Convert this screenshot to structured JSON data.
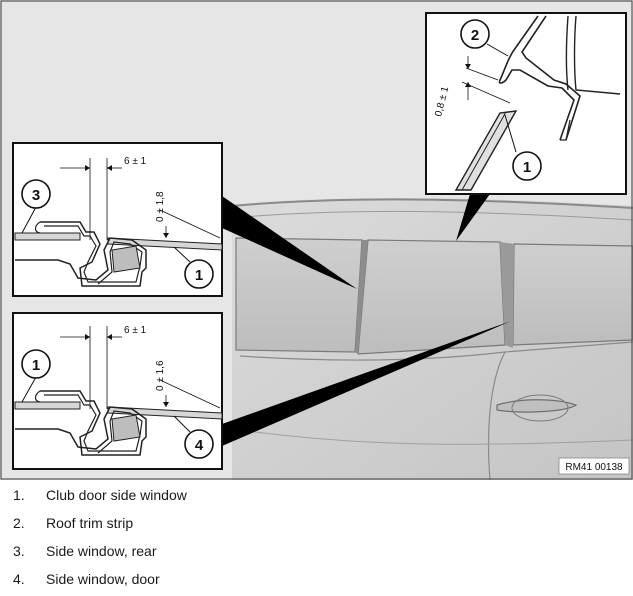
{
  "figure": {
    "reference_code": "RM41 00138",
    "callouts": {
      "top_detail_a": "2",
      "top_detail_b": "1",
      "upper_detail_a": "3",
      "upper_detail_b": "1",
      "lower_detail_a": "1",
      "lower_detail_b": "4"
    },
    "dimensions": {
      "top_gap": "0,8 ± 1",
      "upper_offset": "6 ± 1",
      "upper_gap": "0 ± 1,8",
      "lower_offset": "6 ± 1",
      "lower_gap": "0 ± 1,6"
    }
  },
  "legend": [
    {
      "number": "1.",
      "text": "Club door side window"
    },
    {
      "number": "2.",
      "text": "Roof trim strip"
    },
    {
      "number": "3.",
      "text": "Side window, rear"
    },
    {
      "number": "4.",
      "text": "Side window, door"
    }
  ]
}
